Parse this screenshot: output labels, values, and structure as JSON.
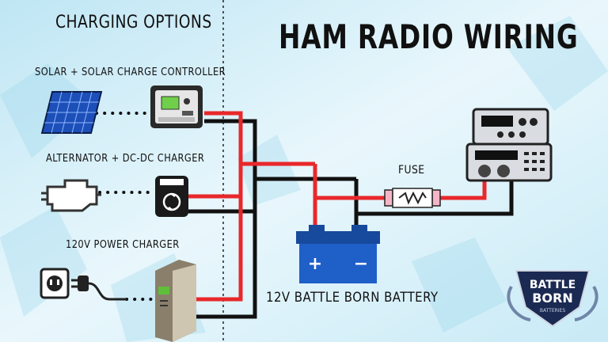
{
  "title": "HAM RADIO WIRING",
  "section_heading": "CHARGING OPTIONS",
  "charging_options": [
    {
      "label": "SOLAR + SOLAR CHARGE CONTROLLER",
      "source_icon": "solar-panel-icon",
      "device_icon": "solar-charge-controller-icon"
    },
    {
      "label": "ALTERNATOR + DC-DC CHARGER",
      "source_icon": "engine-icon",
      "device_icon": "dc-dc-charger-icon"
    },
    {
      "label": "120V POWER CHARGER",
      "source_icon": "wall-outlet-plug-icon",
      "device_icon": "power-charger-icon"
    }
  ],
  "fuse_label": "FUSE",
  "battery_label": "12V BATTLE BORN BATTERY",
  "battery_terminals": {
    "positive": "+",
    "negative": "−"
  },
  "logo_text": [
    "BATTLE",
    "BORN",
    "BATTERIES"
  ],
  "colors": {
    "positive_wire": "#e8282b",
    "negative_wire": "#111111",
    "battery": "#1f5fc8",
    "fuse": "#f4b6c6"
  }
}
